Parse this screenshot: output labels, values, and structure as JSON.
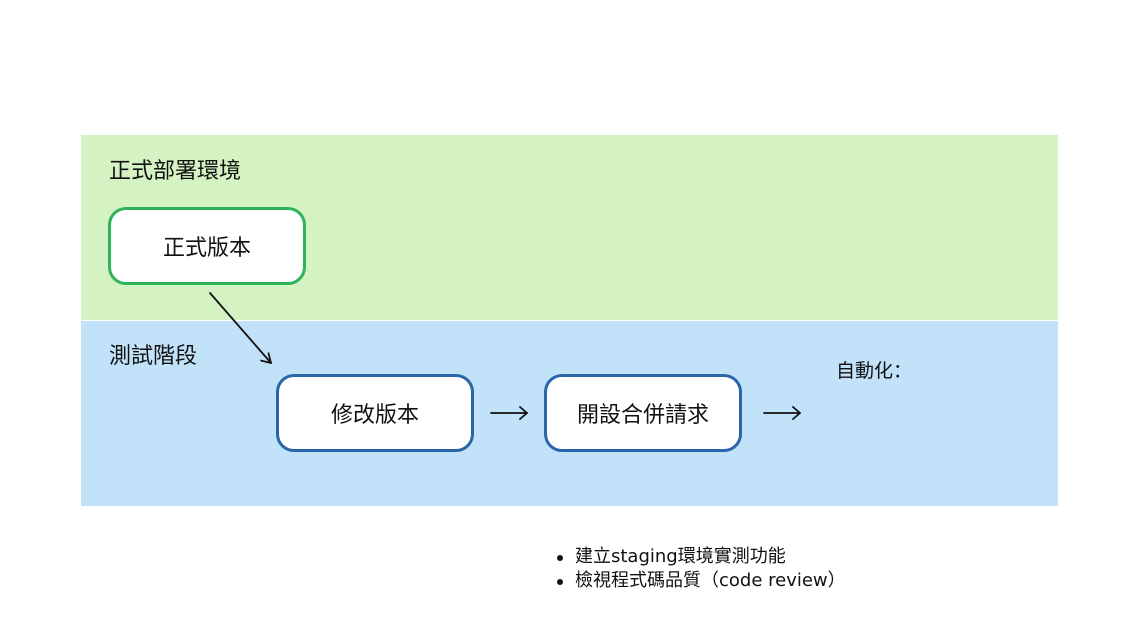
{
  "colors": {
    "production_lane": "#d5f2c3",
    "testing_lane": "#c2e2fa",
    "production_node_border": "#2db35a",
    "testing_node_border": "#2b65a9",
    "arrow": "#111111"
  },
  "lanes": {
    "production": {
      "label": "正式部署環境"
    },
    "testing": {
      "label": "測試階段"
    }
  },
  "nodes": {
    "release": {
      "label": "正式版本"
    },
    "modify": {
      "label": "修改版本"
    },
    "merge_request": {
      "label": "開設合併請求"
    }
  },
  "annotation": {
    "label": "自動化："
  },
  "checklist": {
    "items": [
      "建立staging環境實測功能",
      "檢視程式碼品質（code review）"
    ]
  }
}
